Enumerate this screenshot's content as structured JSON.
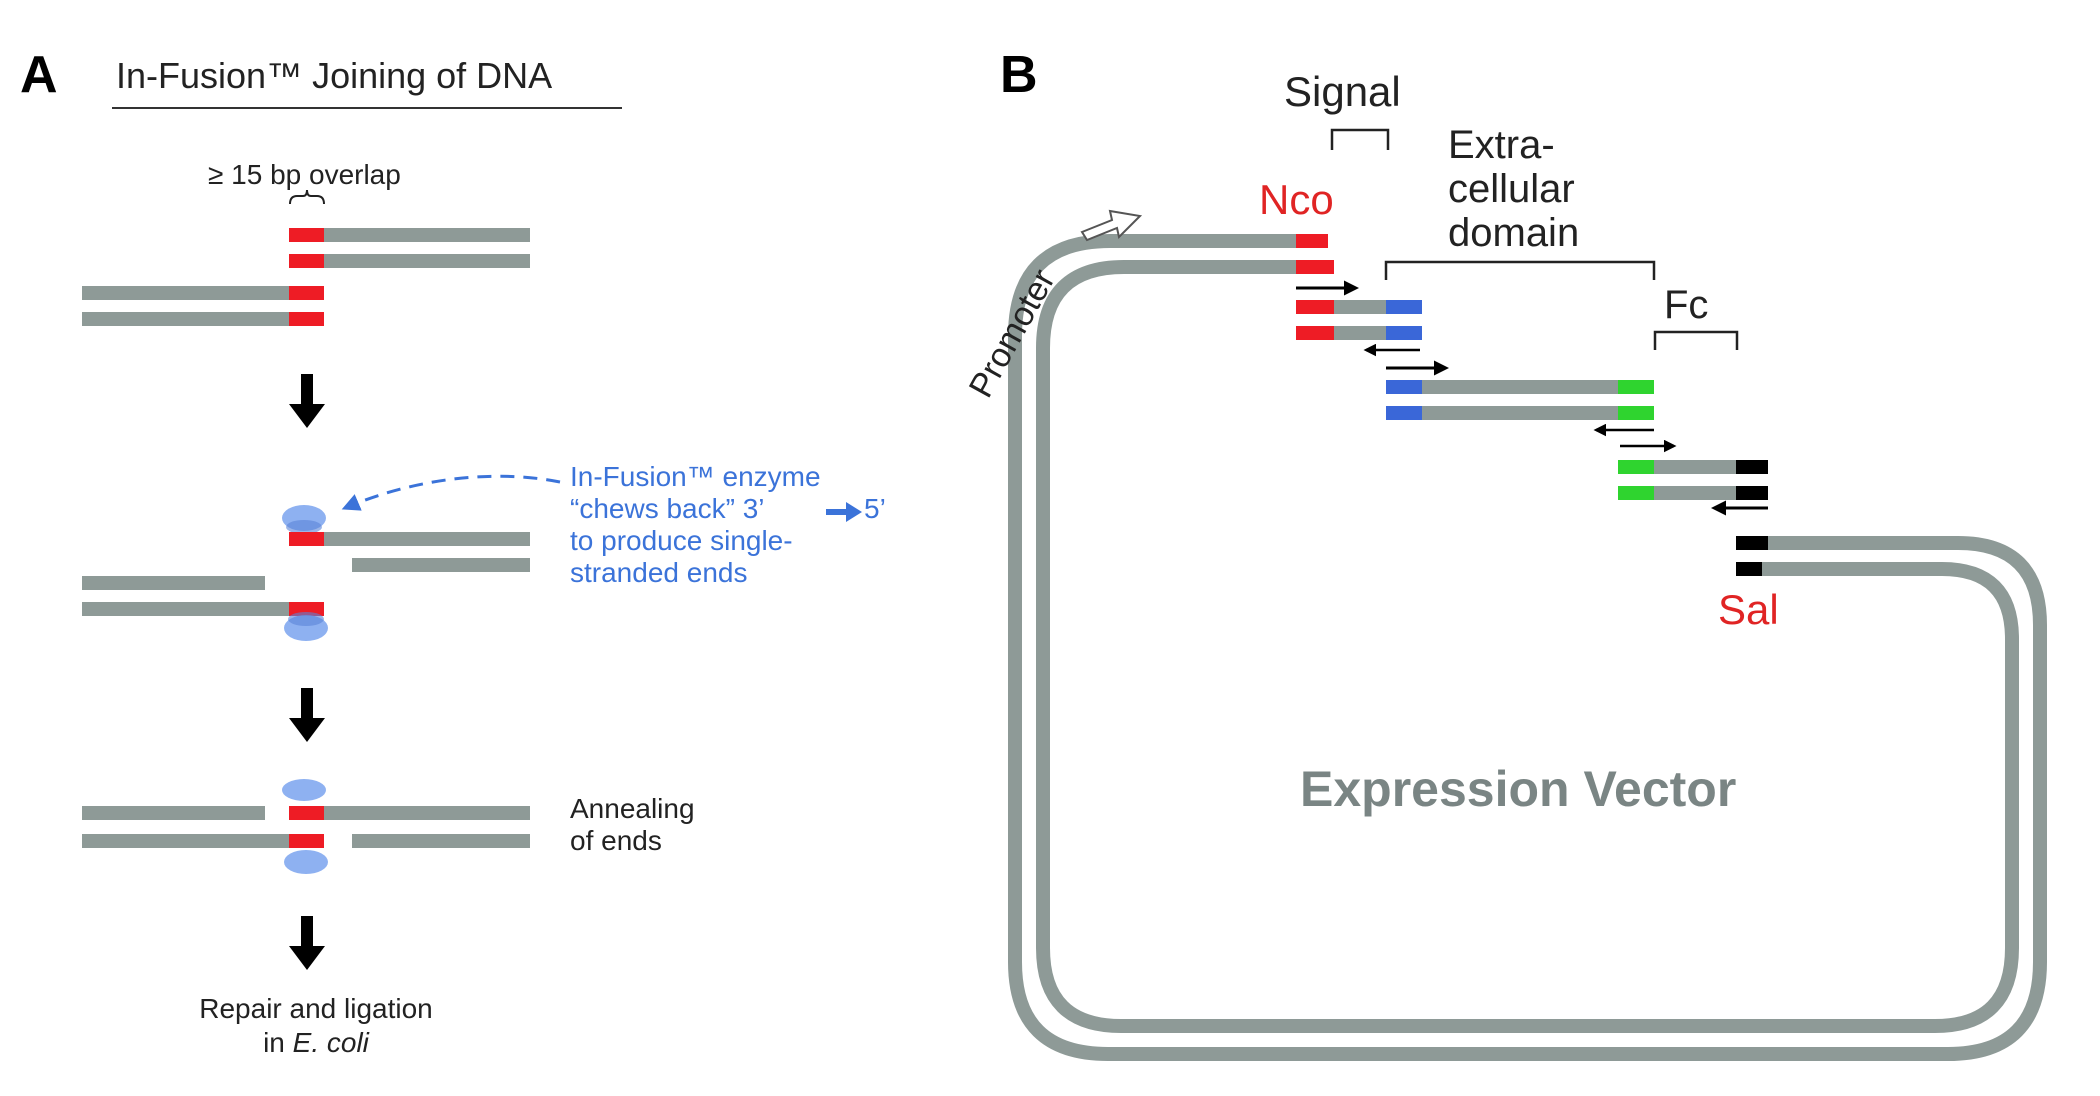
{
  "panel_a": {
    "letter": "A",
    "title": "In-Fusion™ Joining of DNA",
    "overlap_label": "≥ 15 bp overlap",
    "enzyme_note": [
      "In-Fusion™ enzyme",
      "“chews back” 3’",
      "5’",
      "to produce single-",
      "stranded ends"
    ],
    "annealing_label": [
      "Annealing",
      "of ends"
    ],
    "repair_label": [
      "Repair and ligation",
      "in ",
      "E. coli"
    ]
  },
  "panel_b": {
    "letter": "B",
    "signal_label": "Signal",
    "ecd_label": [
      "Extra-",
      "cellular",
      "domain"
    ],
    "fc_label": "Fc",
    "nco_label": "Nco",
    "sal_label": "Sal",
    "promoter_label": "Promoter",
    "vector_label": "Expression Vector"
  },
  "colors": {
    "dna": "#8e9a97",
    "overlap": "#ee1c25",
    "signal": "#3a67d8",
    "fc": "#2fd42f",
    "end": "#000000",
    "enzyme": "#6f9ae8",
    "note_text": "#3b73d9",
    "site_text": "#e02424"
  }
}
